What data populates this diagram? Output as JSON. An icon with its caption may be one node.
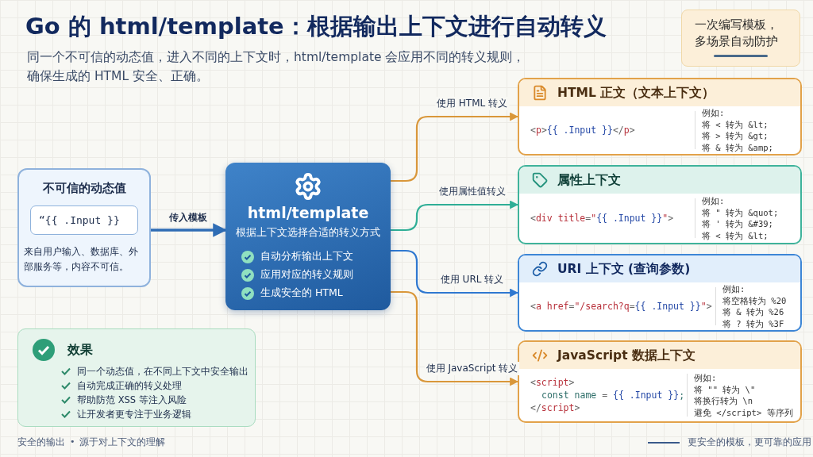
{
  "diagram": {
    "title": "Go 的 html/template：根据输出上下文进行自动转义",
    "nodes": [
      {
        "text": [
          "不可信的动态值",
          "来自用户输入、数据库、外部服务等，内容不可信。"
        ]
      },
      {
        "text": [
          "“{{ .Input }}"
        ],
        "in": 0
      },
      {
        "text": [
          "html/template",
          "根据上下文选择合适的转义方式",
          "自动分析输出上下文",
          "应用对应的转义规则",
          "生成安全的 HTML"
        ]
      },
      {
        "text": [
          "HTML 正文（文本上下文）",
          "<p>{{ .Input }}</p>",
          "例如:",
          "将 < 转为 &lt;",
          "将 > 转为 &gt;",
          "将 & 转为 &amp;"
        ]
      },
      {
        "text": [
          "属性上下文",
          "<div title=\"{{ .Input }}\">",
          "例如:",
          "将 \" 转为 &quot;",
          "将 ' 转为 &#39;",
          "将 < 转为 &lt;"
        ]
      },
      {
        "text": [
          "URI 上下文 (查询参数)",
          "<a href=\"/search?q={{ .Input }}\">",
          "例如:",
          "将空格转为 %20",
          "将 & 转为 %26",
          "将 ? 转为 %3F"
        ]
      },
      {
        "text": [
          "JavaScript 数据上下文",
          "<script>",
          "const name = {{ .Input }};",
          "</script>",
          "例如:",
          "将 \"\" 转为 \\\"",
          "将换行转为 \\n",
          "避免 </script> 等序列"
        ]
      },
      {
        "text": [
          "效果",
          "同一个动态值，在不同上下文中安全输出",
          "自动完成正确的转义处理",
          "帮助防范 XSS 等注入风险",
          "让开发者更专注于业务逻辑"
        ]
      },
      {
        "text": [
          "一次编写模板，多场景自动防护"
        ]
      }
    ],
    "edges": [
      {
        "from": 0,
        "to": 2,
        "arrow": "to",
        "label": "传入模板",
        "color": "#2f6db5"
      },
      {
        "from": 2,
        "to": 3,
        "arrow": "to",
        "label": "使用 HTML 转义",
        "color": "#d9973a"
      },
      {
        "from": 2,
        "to": 4,
        "arrow": "to",
        "label": "使用属性值转义",
        "color": "#2fae96"
      },
      {
        "from": 2,
        "to": 5,
        "arrow": "to",
        "label": "使用 URL 转义",
        "color": "#2f78d0"
      },
      {
        "from": 2,
        "to": 6,
        "arrow": "to",
        "label": "使用 JavaScript 转义",
        "color": "#d9973a"
      }
    ],
    "labels": [
      "同一个不可信的动态值，进入不同的上下文时，html/template 会应用不同的转义规则，确保生成的 HTML 安全、正确。",
      "安全的输出",
      "•",
      "源于对上下文的理解",
      "更安全的模板，更可靠的应用"
    ]
  }
}
